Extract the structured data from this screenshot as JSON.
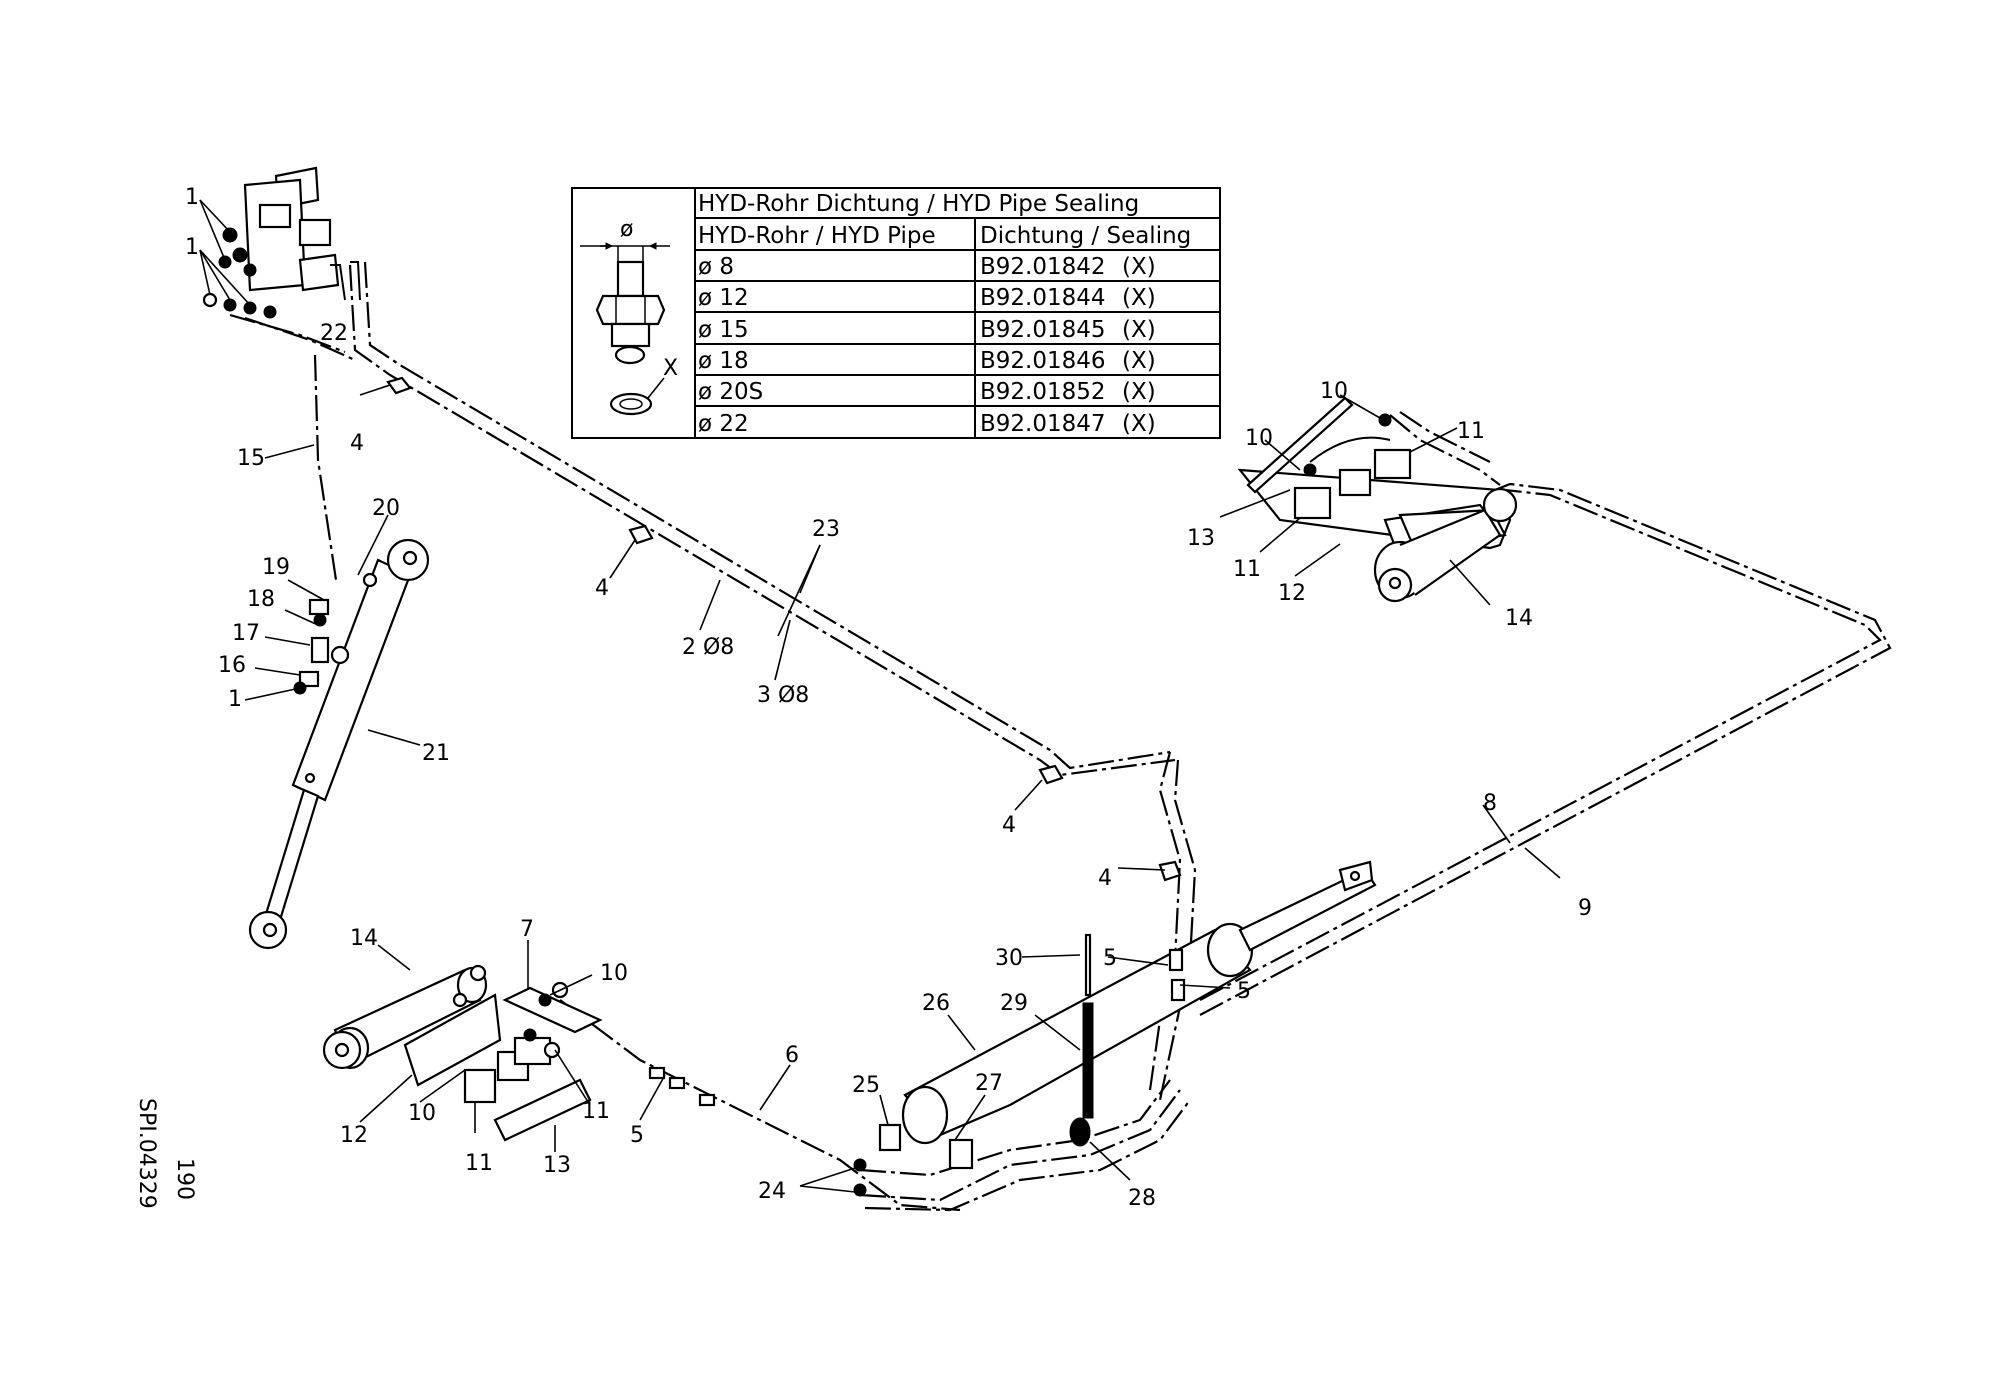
{
  "table": {
    "title": "HYD-Rohr Dichtung / HYD Pipe Sealing",
    "col_pipe": "HYD-Rohr / HYD Pipe",
    "col_seal": "Dichtung / Sealing",
    "diameter_symbol": "ø",
    "seal_marker": "X",
    "rows": [
      {
        "pipe": "ø  8",
        "seal": "B92.01842",
        "flag": "(X)"
      },
      {
        "pipe": "ø  12",
        "seal": "B92.01844",
        "flag": "(X)"
      },
      {
        "pipe": "ø  15",
        "seal": "B92.01845",
        "flag": "(X)"
      },
      {
        "pipe": "ø  18",
        "seal": "B92.01846",
        "flag": "(X)"
      },
      {
        "pipe": "ø  20S",
        "seal": "B92.01852",
        "flag": "(X)"
      },
      {
        "pipe": "ø  22",
        "seal": "B92.01847",
        "flag": "(X)"
      }
    ]
  },
  "callouts": {
    "c1a": "1",
    "c1b": "1",
    "c22": "22",
    "c4a": "4",
    "c15": "15",
    "c20": "20",
    "c19": "19",
    "c18": "18",
    "c17": "17",
    "c16": "16",
    "c1c": "1",
    "c21": "21",
    "c4b": "4",
    "c23": "23",
    "c2": "2 Ø8",
    "c3": "3 Ø8",
    "c4c": "4",
    "c4d": "4",
    "c10a": "10",
    "c10b": "10",
    "c11a": "11",
    "c13a": "13",
    "c11b": "11",
    "c12a": "12",
    "c14a": "14",
    "c8": "8",
    "c9": "9",
    "c30": "30",
    "c5a": "5",
    "c5b": "5",
    "c26": "26",
    "c29": "29",
    "c14b": "14",
    "c7": "7",
    "c10c": "10",
    "c6": "6",
    "c25": "25",
    "c27": "27",
    "c12b": "12",
    "c10d": "10",
    "c11c": "11",
    "c11d": "11",
    "c13b": "13",
    "c5c": "5",
    "c24": "24",
    "c28": "28"
  },
  "drawing_id": "SPI.04329",
  "page_number": "190"
}
